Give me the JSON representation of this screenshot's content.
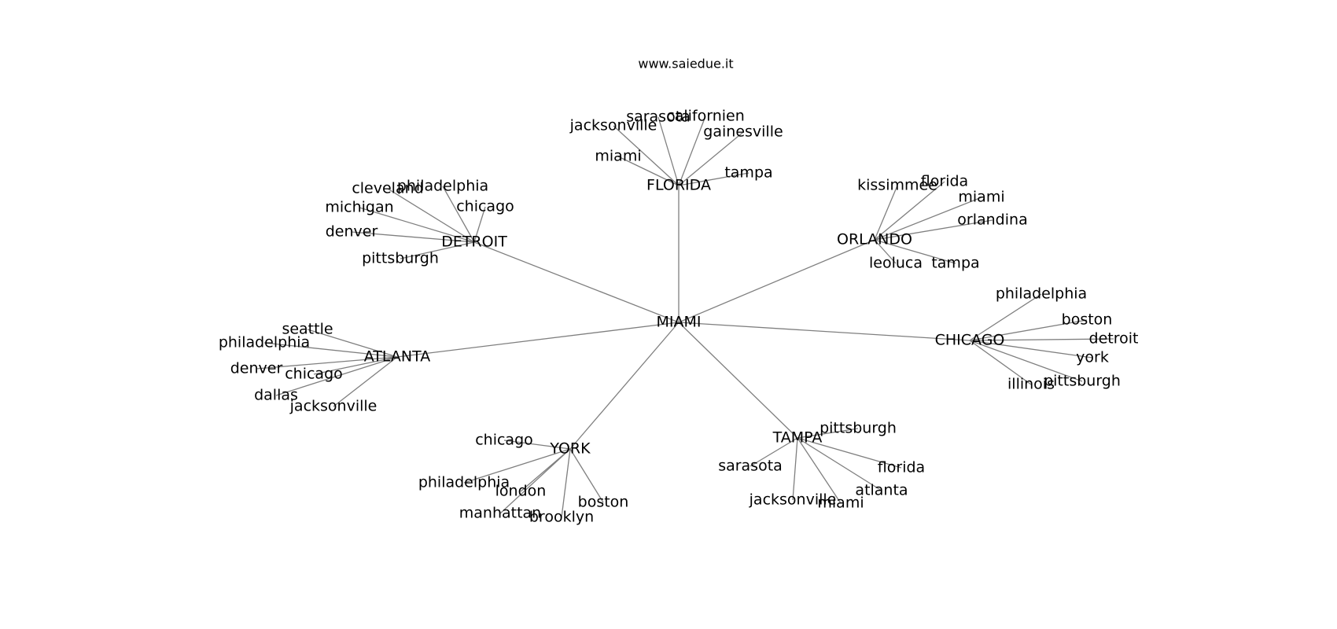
{
  "credit": "www.saiedue.it",
  "graph": {
    "root": "MIAMI",
    "hubs": [
      {
        "id": "FLORIDA",
        "label": "FLORIDA",
        "children": [
          "jacksonville",
          "sarasota",
          "californien",
          "gainesville",
          "miami",
          "tampa"
        ]
      },
      {
        "id": "DETROIT",
        "label": "DETROIT",
        "children": [
          "cleveland",
          "philadelphia",
          "chicago",
          "michigan",
          "denver",
          "pittsburgh"
        ]
      },
      {
        "id": "ORLANDO",
        "label": "ORLANDO",
        "children": [
          "kissimmee",
          "florida",
          "miami",
          "orlandina",
          "leoluca",
          "tampa"
        ]
      },
      {
        "id": "CHICAGO",
        "label": "CHICAGO",
        "children": [
          "philadelphia",
          "boston",
          "detroit",
          "york",
          "illinois",
          "pittsburgh"
        ]
      },
      {
        "id": "ATLANTA",
        "label": "ATLANTA",
        "children": [
          "seattle",
          "philadelphia",
          "denver",
          "chicago",
          "dallas",
          "jacksonville"
        ]
      },
      {
        "id": "YORK",
        "label": "YORK",
        "children": [
          "chicago",
          "philadelphia",
          "london",
          "manhattan",
          "brooklyn",
          "boston"
        ]
      },
      {
        "id": "TAMPA",
        "label": "TAMPA",
        "children": [
          "pittsburgh",
          "sarasota",
          "florida",
          "atlanta",
          "jacksonville",
          "miami"
        ]
      }
    ]
  }
}
